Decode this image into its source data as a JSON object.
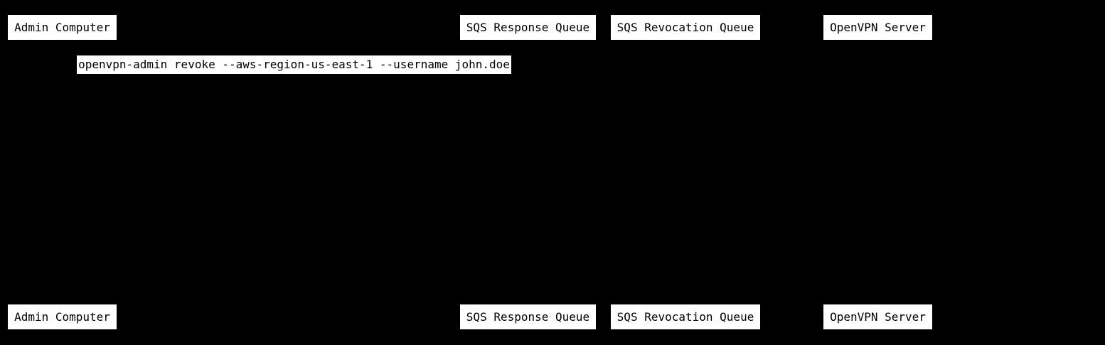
{
  "colors": {
    "background": "#000000",
    "box_fill": "#ffffff",
    "box_text": "#000000"
  },
  "actors": [
    {
      "label": "Admin Computer"
    },
    {
      "label": "SQS Response Queue"
    },
    {
      "label": "SQS Revocation Queue"
    },
    {
      "label": "OpenVPN Server"
    }
  ],
  "messages": [
    {
      "label": "openvpn-admin revoke --aws-region-us-east-1 --username john.doe"
    }
  ]
}
